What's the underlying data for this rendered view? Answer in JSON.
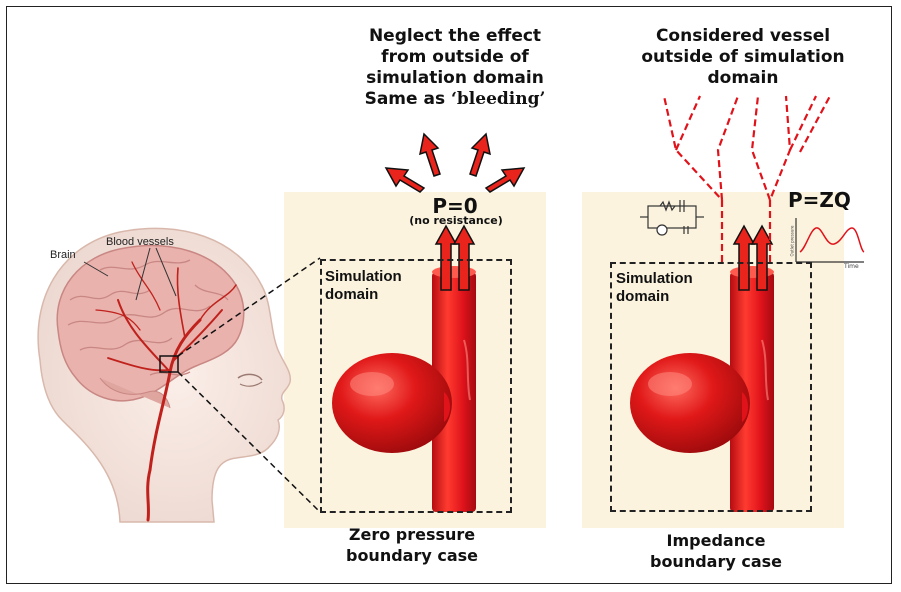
{
  "header_left": {
    "lines": [
      "Neglect the effect",
      "from outside of",
      "simulation domain"
    ],
    "line4_prefix": "Same as ",
    "line4_quote": "‘bleeding’"
  },
  "header_right": {
    "lines": [
      "Considered vessel",
      "outside of simulation",
      "domain"
    ]
  },
  "left_panel": {
    "pressure_label": "P=0",
    "pressure_note": "(no resistance)",
    "domain_lines": [
      "Simulation",
      "domain"
    ],
    "caption_lines": [
      "Zero pressure",
      "boundary case"
    ]
  },
  "right_panel": {
    "pressure_label": "P=ZQ",
    "domain_lines": [
      "Simulation",
      "domain"
    ],
    "caption_lines": [
      "Impedance",
      "boundary case"
    ],
    "graph_ylabel": "Outlet pressure",
    "graph_xlabel": "Time"
  },
  "anatomy": {
    "brain_label": "Brain",
    "vessels_label": "Blood vessels"
  },
  "colors": {
    "vessel": "#e0131b",
    "vessel_dark": "#a40a10",
    "panel_bg": "#fbf3de",
    "arrow_red": "#e8241c"
  }
}
